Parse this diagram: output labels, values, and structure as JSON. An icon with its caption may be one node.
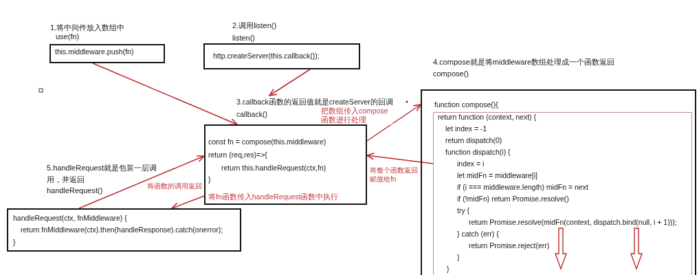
{
  "diagram": {
    "nodes": [
      {
        "text": [
          "this.middleware.push(fn)"
        ],
        "beside": [
          "1.将中间件放入数组中",
          "use(fn)"
        ]
      },
      {
        "text": [
          "http.createServer(this.callback());"
        ],
        "beside": [
          "2.调用listen()",
          "listen()"
        ]
      },
      {
        "text": [
          "3.callback函数的返回值就是createServer的回调",
          "callback()"
        ]
      },
      {
        "text": [
          "const fn = compose(this.middleware)",
          "return (req,res)=>{",
          "return this.handleRequest(ctx,fn)",
          "}"
        ]
      },
      {
        "text": [
          "function compose(){"
        ],
        "beside": [
          "4.compose就是将middleware数组处理成一个函数返回",
          "compose()"
        ]
      },
      {
        "text": [
          "return function (context, next) {",
          "let index = -1",
          "return dispatch(0)",
          "function dispatch(i) {",
          "index = i",
          "let midFn = middleware[i]",
          "if (i === middleware.length) midFn = next",
          "if (!midFn) return Promise.resolve()",
          "try {",
          "return Promise.resolve(midFn(context, dispatch.bind(null, i + 1)));",
          "} catch (err) {",
          "return Promise.reject(err)",
          "}",
          "}"
        ],
        "in": 4
      },
      {
        "text": [
          "handleRequest(ctx, fnMiddleware) {",
          "return fnMiddleware(ctx).then(handleResponse).catch(onerror);",
          "}"
        ],
        "beside": [
          "5.handleRequest就是包装一层调用，并返回",
          "handleRequest()"
        ]
      }
    ],
    "edges": [
      {
        "from": 0,
        "to": 3,
        "arrow": "to"
      },
      {
        "from": 1,
        "to": 2,
        "arrow": "to"
      },
      {
        "from": 3,
        "to": 4,
        "arrow": "to",
        "label": "把数组传入compose函数进行处理"
      },
      {
        "from": 5,
        "to": 3,
        "arrow": "to",
        "label": "将整个函数返回赋值给fn"
      },
      {
        "from": 3,
        "to": 6,
        "arrow": "to",
        "label": "将fn函数传入handleRequest函数中执行"
      },
      {
        "from": 6,
        "to": 3,
        "arrow": "to",
        "label": "将函数的调用返回"
      }
    ]
  }
}
